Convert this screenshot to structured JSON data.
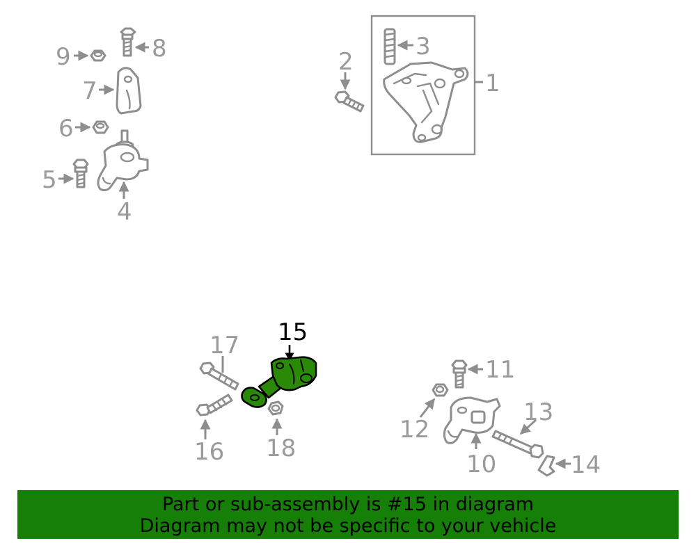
{
  "diagram": {
    "highlight_part": "15",
    "highlight_color": "#2a8a08",
    "line_color": "#8e8e8e",
    "labels": {
      "l1": "1",
      "l2": "2",
      "l3": "3",
      "l4": "4",
      "l5": "5",
      "l6": "6",
      "l7": "7",
      "l8": "8",
      "l9": "9",
      "l10": "10",
      "l11": "11",
      "l12": "12",
      "l13": "13",
      "l14": "14",
      "l15": "15",
      "l16": "16",
      "l17": "17",
      "l18": "18"
    }
  },
  "banner": {
    "line1": "Part or sub-assembly is #15 in diagram",
    "line2": "Diagram may not be specific to your vehicle",
    "background": "#157f07"
  }
}
